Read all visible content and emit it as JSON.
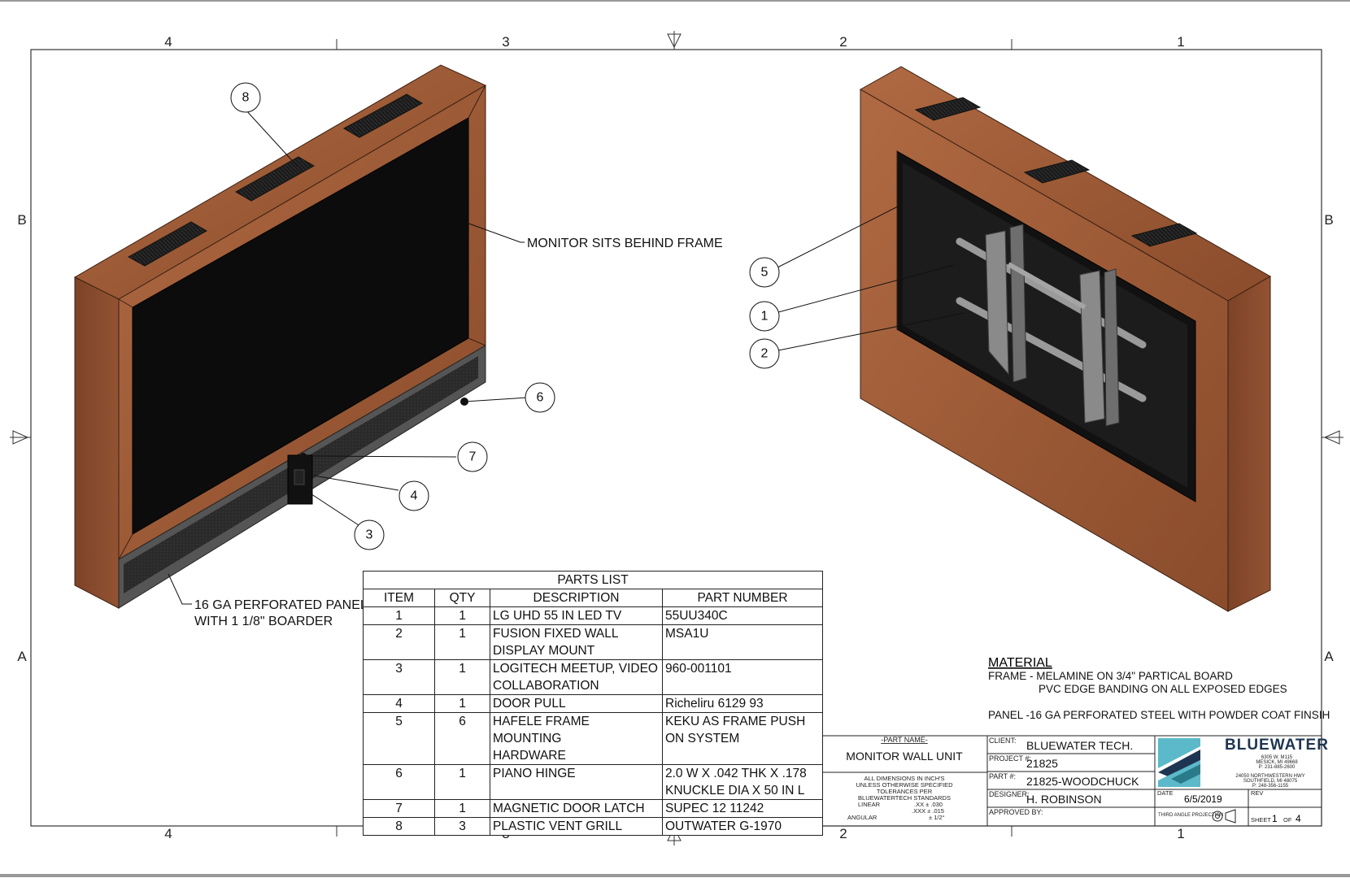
{
  "sheet": {
    "zones_top": [
      "4",
      "3",
      "2",
      "1"
    ],
    "zones_bottom": [
      "4",
      "3",
      "2",
      "1"
    ],
    "zones_left": [
      "B",
      "A"
    ],
    "zones_right": [
      "B",
      "A"
    ]
  },
  "front_view": {
    "note_monitor": "MONITOR SITS BEHIND FRAME",
    "note_panel_line1": "16 GA PERFORATED PANEL",
    "note_panel_line2": "WITH 1 1/8\" BOARDER",
    "balloons": [
      "8",
      "6",
      "7",
      "4",
      "3"
    ]
  },
  "back_view": {
    "balloons": [
      "5",
      "1",
      "2"
    ]
  },
  "parts_list": {
    "title": "PARTS LIST",
    "headers": [
      "ITEM",
      "QTY",
      "DESCRIPTION",
      "PART NUMBER"
    ],
    "rows": [
      {
        "item": "1",
        "qty": "1",
        "desc": [
          "LG UHD 55 IN LED TV"
        ],
        "part": [
          "55UU340C"
        ]
      },
      {
        "item": "2",
        "qty": "1",
        "desc": [
          "FUSION FIXED WALL",
          "DISPLAY MOUNT"
        ],
        "part": [
          "MSA1U"
        ]
      },
      {
        "item": "3",
        "qty": "1",
        "desc": [
          "LOGITECH MEETUP, VIDEO",
          "COLLABORATION"
        ],
        "part": [
          "960-001101"
        ]
      },
      {
        "item": "4",
        "qty": "1",
        "desc": [
          "DOOR PULL"
        ],
        "part": [
          "Richeliru 6129 93"
        ]
      },
      {
        "item": "5",
        "qty": "6",
        "desc": [
          "HAFELE FRAME MOUNTING",
          "HARDWARE"
        ],
        "part": [
          "KEKU AS FRAME PUSH",
          "ON SYSTEM"
        ]
      },
      {
        "item": "6",
        "qty": "1",
        "desc": [
          "PIANO HINGE"
        ],
        "part": [
          "2.0 W X .042 THK X .178",
          "KNUCKLE DIA X 50 IN L"
        ]
      },
      {
        "item": "7",
        "qty": "1",
        "desc": [
          "MAGNETIC DOOR LATCH"
        ],
        "part": [
          "SUPEC 12 11242"
        ]
      },
      {
        "item": "8",
        "qty": "3",
        "desc": [
          "PLASTIC VENT GRILL"
        ],
        "part": [
          "OUTWATER G-1970"
        ]
      }
    ]
  },
  "material": {
    "heading": "MATERIAL",
    "line1": "FRAME - MELAMINE ON 3/4\" PARTICAL BOARD",
    "line2": "PVC EDGE BANDING ON ALL EXPOSED EDGES",
    "line3": "PANEL -16 GA PERFORATED STEEL WITH POWDER COAT FINSIH"
  },
  "title_block": {
    "part_name_label": "-PART NAME-",
    "part_name": "MONITOR WALL UNIT",
    "tolerance_lines": [
      "ALL DIMENSIONS IN INCH'S",
      "UNLESS OTHERWISE SPECIFIED",
      "TOLERANCES PER",
      "BLUEWATERTECH STANDARDS"
    ],
    "linear_label": "LINEAR",
    "linear_xx": ".XX ±  .030",
    "linear_xxx": ".XXX ±  .015",
    "angular_label": "ANGULAR",
    "angular_value": "± 1/2°",
    "client_label": "CLIENT:",
    "client": "BLUEWATER TECH.",
    "project_label": "PROJECT #:",
    "project": "21825",
    "part_label": "PART #:",
    "part": "21825-WOODCHUCK",
    "designer_label": "DESIGNER:",
    "designer": "H. ROBINSON",
    "approved_label": "APPROVED BY:",
    "date_label": "DATE",
    "date": "6/5/2019",
    "rev_label": "REV",
    "projection_label": "THIRD ANGLE PROJECTION",
    "sheet_label": "SHEET",
    "sheet_num": "1",
    "of_label": "OF",
    "sheet_total": "4",
    "logo_text": "BLUEWATER",
    "address1": [
      "6305 W. M115",
      "MESICK, MI 49668",
      "P: 231-885-2600"
    ],
    "address2": [
      "24050 NORTHWESTERN HWY",
      "SOUTHFIELD, MI 48075",
      "P: 248-356-1155"
    ]
  },
  "colors": {
    "wood": "#9c5a36",
    "wood_dark": "#6f3b22",
    "screen": "#0c0c0c",
    "panel": "#2b2b2b",
    "logo_teal": "#5bb9c9",
    "logo_navy": "#1d3552"
  }
}
